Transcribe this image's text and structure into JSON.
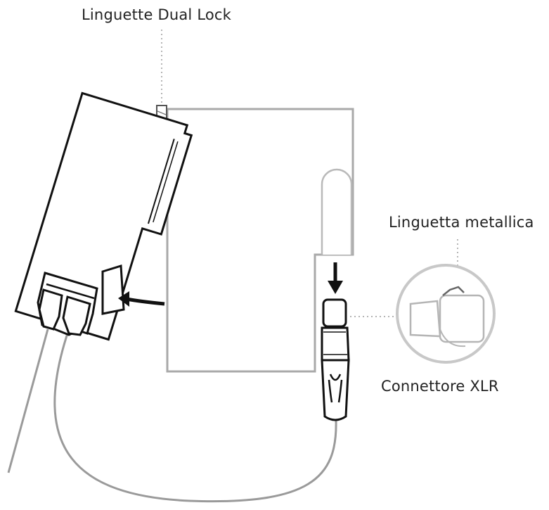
{
  "labels": {
    "dual_lock": "Linguette Dual Lock",
    "metal_tab": "Linguetta metallica",
    "xlr_connector": "Connettore XLR"
  },
  "colors": {
    "ink": "#111111",
    "panel_gray": "#a9a9a9",
    "cable_gray": "#9a9a9a",
    "leader_gray": "#b5b5b5",
    "magnifier_ring": "#c8c8c8"
  },
  "icons": {
    "insert_arrow": "arrow-curved-left-icon",
    "plug_arrow": "arrow-down-icon"
  }
}
